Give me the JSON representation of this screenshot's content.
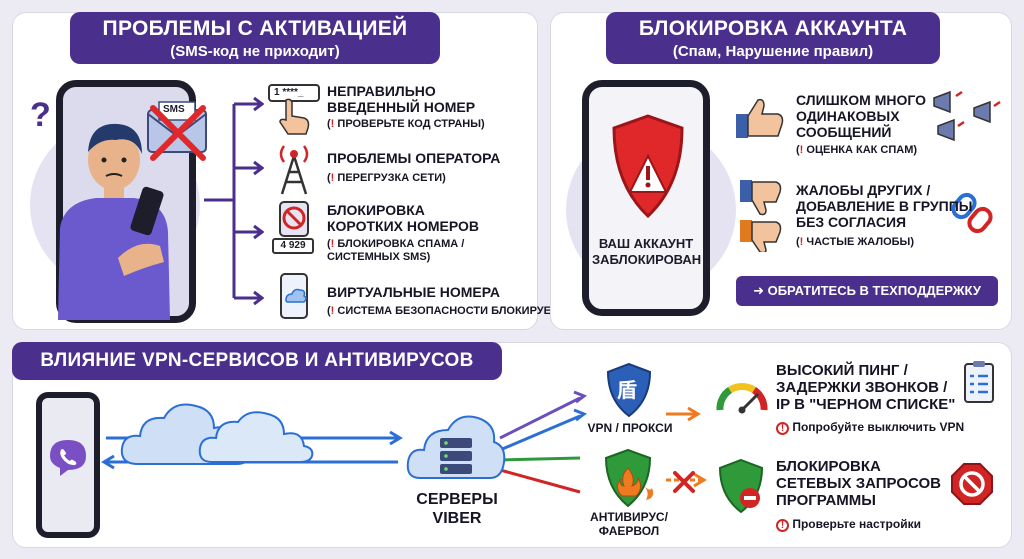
{
  "activation": {
    "title": "ПРОБЛЕМЫ С АКТИВАЦИЕЙ",
    "subtitle": "(SMS-код не приходит)",
    "sms_label": "SMS",
    "question": "?",
    "dial_text": "1 ****_",
    "short_number": "4 929",
    "items": [
      {
        "title": "НЕПРАВИЛЬНО\nВВЕДЕННЫЙ НОМЕР",
        "note_mark": "!",
        "note": "ПРОВЕРЬТЕ КОД СТРАНЫ)"
      },
      {
        "title": "ПРОБЛЕМЫ ОПЕРАТОРА",
        "note_mark": "!",
        "note": "ПЕРЕГРУЗКА СЕТИ)"
      },
      {
        "title": "БЛОКИРОВКА\nКОРОТКИХ НОМЕРОВ",
        "note_mark": "!",
        "note": "БЛОКИРОВКА СПАМА /\nСИСТЕМНЫХ SMS)"
      },
      {
        "title": "ВИРТУАЛЬНЫЕ НОМЕРА",
        "note_mark": "!",
        "note": "СИСТЕМА БЕЗОПАСНОСТИ БЛОКИРУЕТ)"
      }
    ]
  },
  "blocking": {
    "title": "БЛОКИРОВКА АККАУНТА",
    "subtitle": "(Спам, Нарушение правил)",
    "phone_text": "ВАШ АККАУНТ\nЗАБЛОКИРОВАН",
    "items": [
      {
        "title": "СЛИШКОМ МНОГО\nОДИНАКОВЫХ\nСООБЩЕНИЙ",
        "note_mark": "!",
        "note": "ОЦЕНКА КАК СПАМ)"
      },
      {
        "title": "ЖАЛОБЫ ДРУГИХ /\nДОБАВЛЕНИЕ В ГРУППЫ\nБЕЗ СОГЛАСИЯ",
        "note_mark": "!",
        "note": "ЧАСТЫЕ ЖАЛОБЫ)"
      }
    ],
    "support_button": "➜ ОБРАТИТЕСЬ В ТЕХПОДДЕРЖКУ"
  },
  "vpn": {
    "title": "ВЛИЯНИЕ VPN-СЕРВИСОВ И АНТИВИРУСОВ",
    "servers_label": "СЕРВЕРЫ\nVIBER",
    "vpn_label": "VPN / ПРОКСИ",
    "vpn_glyph": "盾",
    "antivirus_label": "АНТИВИРУС/\nФАЕРВОЛ",
    "item1_title": "ВЫСОКИЙ ПИНГ /\nЗАДЕРЖКИ ЗВОНКОВ /\nIP В \"ЧЕРНОМ СПИСКЕ\"",
    "item1_note": "Попробуйте выключить VPN",
    "item2_title": "БЛОКИРОВКА\nСЕТЕВЫХ ЗАПРОСОВ\nПРОГРАММЫ",
    "item2_note": "Проверьте настройки"
  },
  "colors": {
    "purple": "#4a2f8c",
    "red": "#d12525",
    "blue": "#2b6fd6",
    "orange": "#f07a1f",
    "green": "#2f9a3a"
  }
}
